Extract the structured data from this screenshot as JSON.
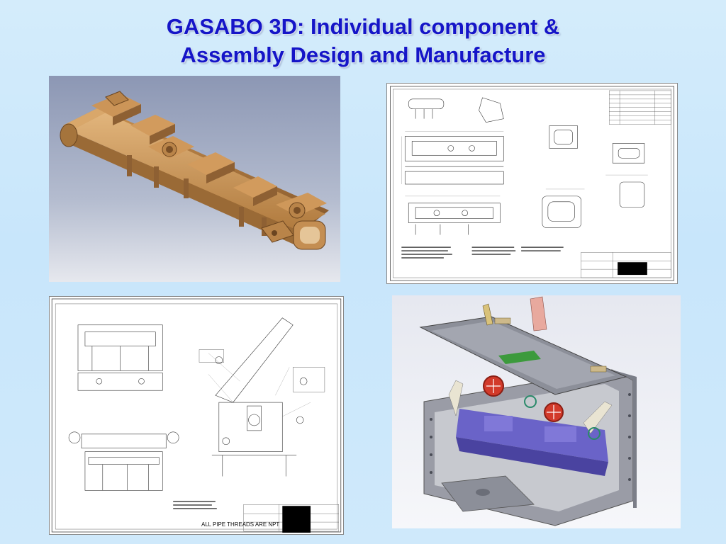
{
  "slide": {
    "title_line1": "GASABO 3D: Individual component &",
    "title_line2": "Assembly Design and Manufacture"
  },
  "drawing_bottom_left": {
    "note": "ALL PIPE THREADS ARE NPT"
  },
  "colors": {
    "title": "#1515c8",
    "background": "#cfe9fb",
    "component_bronze": "#b8864c",
    "assembly_grey": "#8c8f99",
    "assembly_blue": "#6a63c8",
    "valve_red": "#d23a2a"
  }
}
